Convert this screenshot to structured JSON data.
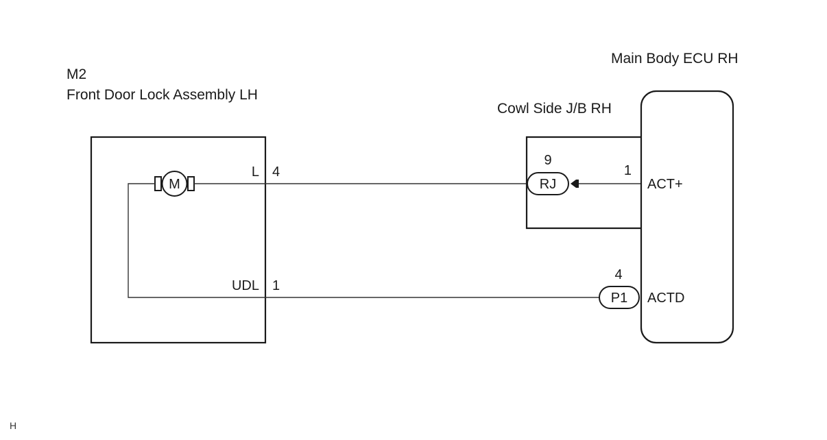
{
  "diagram": {
    "components": {
      "door_lock": {
        "code": "M2",
        "name": "Front Door Lock Assembly LH",
        "motor_symbol": "M",
        "pins": [
          {
            "name": "L",
            "number": "4"
          },
          {
            "name": "UDL",
            "number": "1"
          }
        ]
      },
      "junction_block": {
        "name": "Cowl Side J/B RH",
        "connector": {
          "id": "RJ",
          "pin": "9"
        },
        "ecu_pin": "1"
      },
      "ecu": {
        "name": "Main Body ECU RH",
        "terminals": [
          {
            "name": "ACT+"
          },
          {
            "name": "ACTD"
          }
        ],
        "connector": {
          "id": "P1",
          "pin": "4"
        }
      }
    },
    "wires": [
      {
        "from": "M2 pin 4 (L)",
        "to": "RJ pin 9 → ECU pin 1 (ACT+)"
      },
      {
        "from": "M2 pin 1 (UDL)",
        "to": "P1 pin 4 (ACTD)"
      }
    ],
    "footer_mark": "H"
  }
}
